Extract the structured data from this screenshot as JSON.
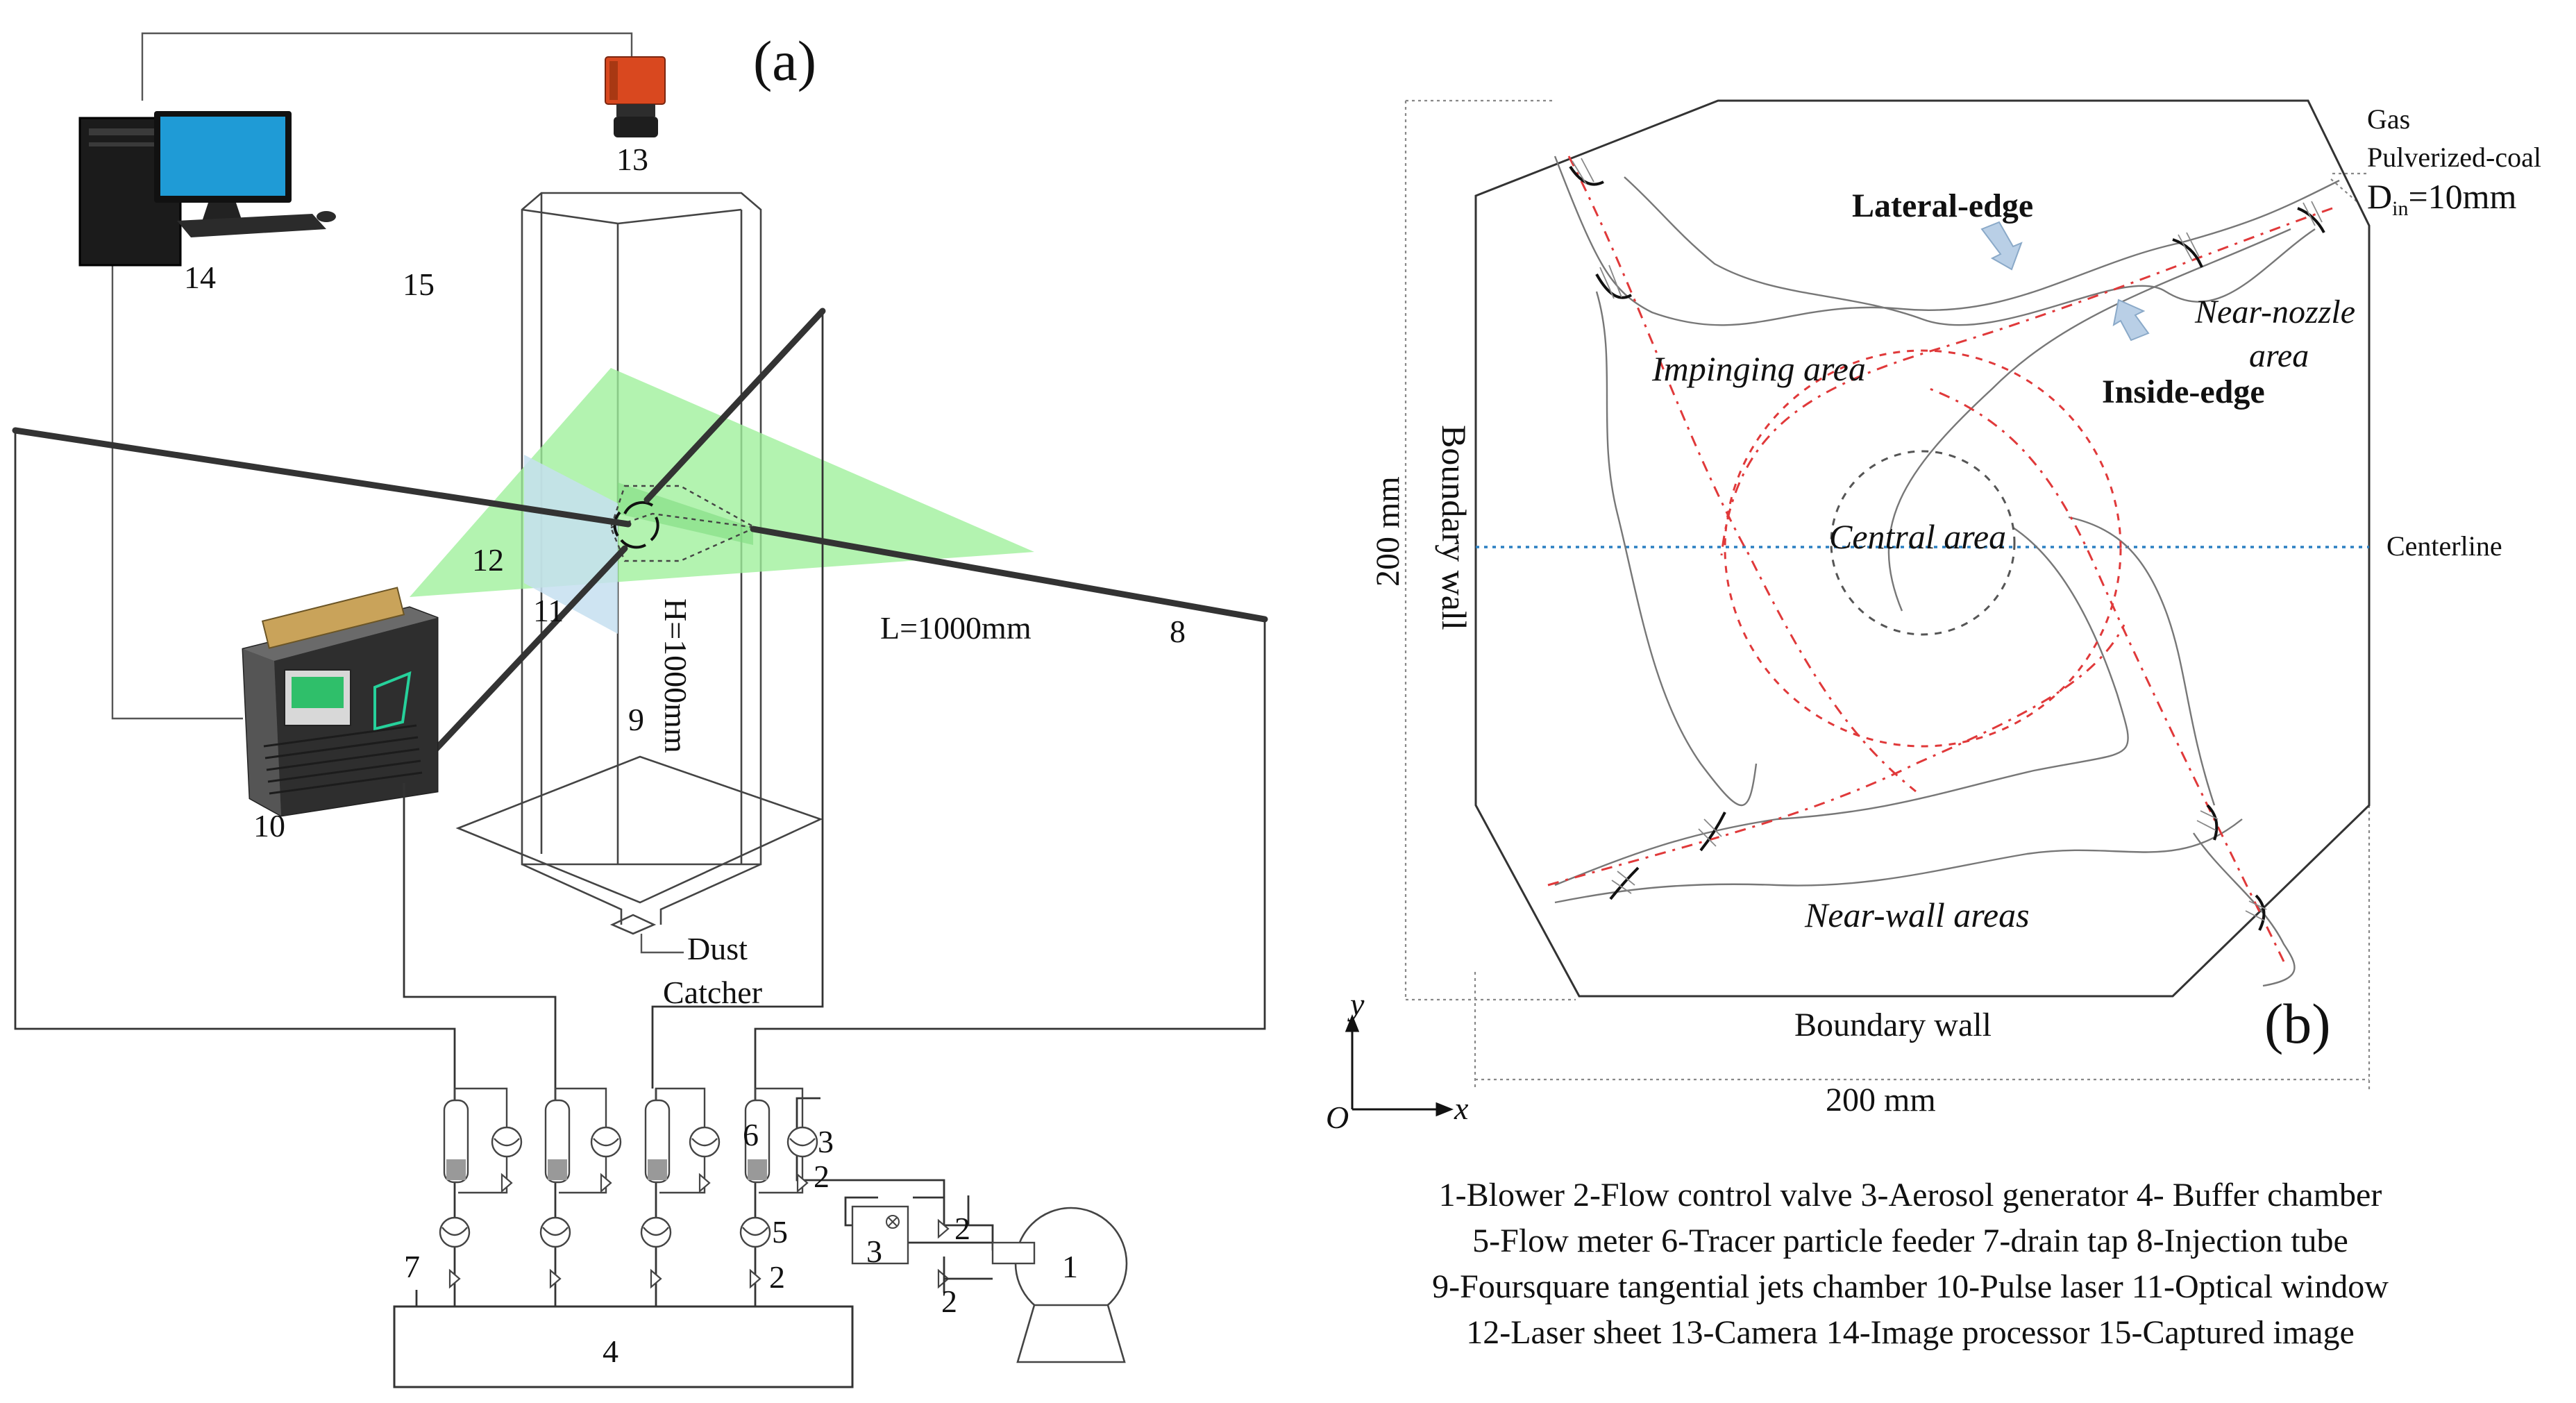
{
  "panel_a": {
    "label": "(a)",
    "numbers": {
      "n1": "1",
      "n2a": "2",
      "n2b": "2",
      "n2c": "2",
      "n2d": "2",
      "n3a": "3",
      "n3b": "3",
      "n4": "4",
      "n5": "5",
      "n6": "6",
      "n7": "7",
      "n8": "8",
      "n9": "9",
      "n10": "10",
      "n11": "11",
      "n12": "12",
      "n13": "13",
      "n14": "14",
      "n15": "15"
    },
    "height_label": "H=1000mm",
    "length_label": "L=1000mm",
    "dust": "Dust",
    "catcher": "Catcher",
    "colors": {
      "laser_sheet": "#9ef09a",
      "optical_window": "#c5dff0",
      "camera": "#d9481f",
      "monitor_screen": "#1f9bd6"
    }
  },
  "panel_b": {
    "label": "(b)",
    "gas": "Gas",
    "pulverized_coal": "Pulverized-coal",
    "din_main": "D",
    "din_sub": "in",
    "din_value": "=10mm",
    "lateral_edge": "Lateral-edge",
    "inside_edge": "Inside-edge",
    "near_nozzle_1": "Near-nozzle",
    "near_nozzle_2": "area",
    "impinging_area": "Impinging area",
    "central_area": "Central area",
    "centerline": "Centerline",
    "boundary_wall_left": "Boundary wall",
    "boundary_wall_bottom": "Boundary wall",
    "near_wall_areas": "Near-wall areas",
    "dim_vertical": "200 mm",
    "dim_horizontal": "200 mm",
    "axis_y": "y",
    "axis_x": "x",
    "axis_origin": "O",
    "colors": {
      "trajectory": "#e0393a",
      "central_circle": "#555555",
      "centerline": "#2a7fc2",
      "edge_arrow": "#b9cfe6"
    }
  },
  "legend_lines": [
    "1-Blower 2-Flow control valve 3-Aerosol generator 4- Buffer chamber",
    "5-Flow meter 6-Tracer particle feeder 7-drain tap 8-Injection tube",
    "9-Foursquare tangential jets chamber 10-Pulse laser 11-Optical window",
    "12-Laser sheet 13-Camera 14-Image processor 15-Captured image"
  ]
}
